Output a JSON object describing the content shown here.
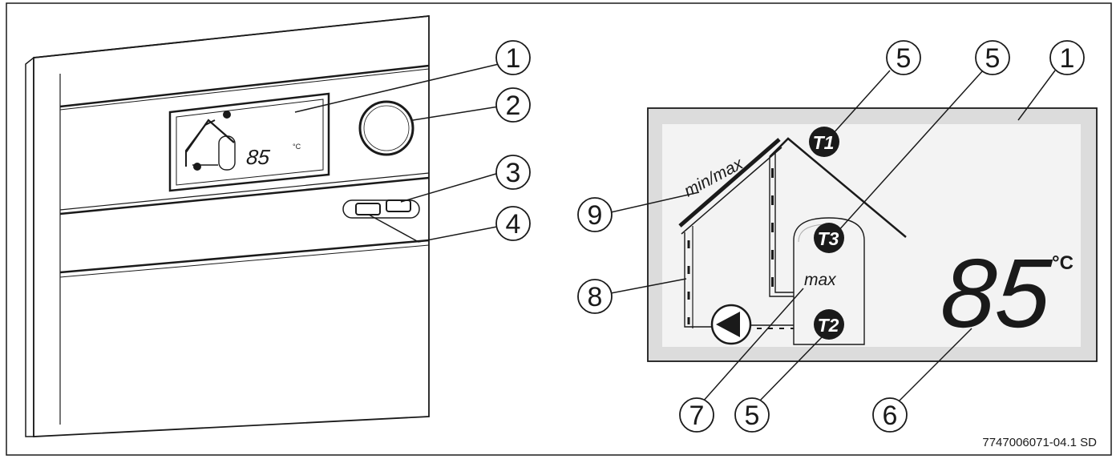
{
  "device": {
    "lcd_temp": "85",
    "lcd_unit": "°C"
  },
  "display": {
    "sensor_labels": {
      "t1": "T1",
      "t2": "T2",
      "t3": "T3"
    },
    "collector_label": "min/max",
    "tank_label": "max",
    "temperature": "85",
    "unit": "°C"
  },
  "callouts": {
    "c1_device": "1",
    "c2": "2",
    "c3": "3",
    "c4": "4",
    "c5_t1": "5",
    "c5_t3": "5",
    "c1_display": "1",
    "c9": "9",
    "c8": "8",
    "c7": "7",
    "c5_t2": "5",
    "c6": "6"
  },
  "doc_ref": "7747006071-04.1 SD",
  "colors": {
    "line": "#1a1a1a",
    "lcd_frame": "#dcdcdc",
    "lcd_inner": "#f3f3f3",
    "panel_fill": "#ffffff"
  }
}
